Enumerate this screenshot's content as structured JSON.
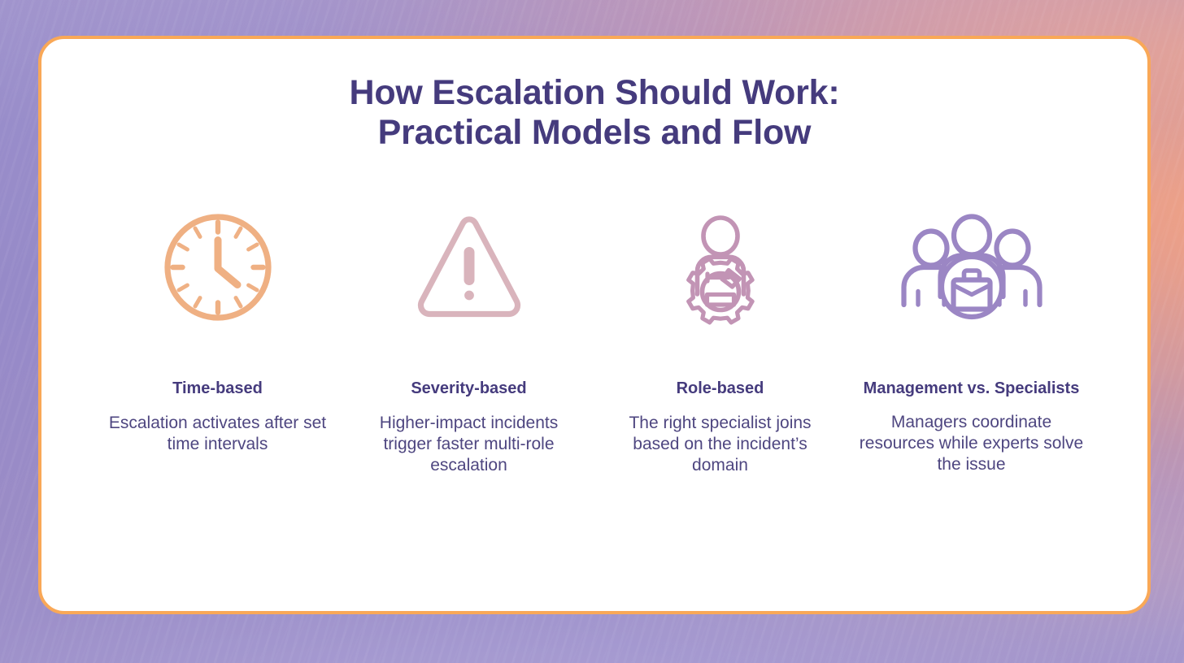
{
  "slide": {
    "title_line1": "How Escalation Should Work:",
    "title_line2": "Practical Models and Flow",
    "colors": {
      "title_text": "#453b7d",
      "body_text": "#4e4680",
      "card_border": "#f9a857",
      "card_background": "#ffffff",
      "background_purple": "#9a8fcb",
      "background_warm": "#f9a37c"
    }
  },
  "columns": [
    {
      "icon": "clock-icon",
      "icon_color": "#efb083",
      "heading": "Time-based",
      "description": "Escalation activates after set time intervals"
    },
    {
      "icon": "warning-triangle-icon",
      "icon_color": "#d9b4bc",
      "heading": "Severity-based",
      "description": "Higher-impact incidents trigger faster multi-role escalation"
    },
    {
      "icon": "person-gear-wrench-icon",
      "icon_color": "#c294b5",
      "heading": "Role-based",
      "description": "The right specialist joins based on the incident’s domain"
    },
    {
      "icon": "team-briefcase-icon",
      "icon_color": "#9b86c4",
      "heading": "Management vs. Specialists",
      "description": "Managers coordinate resources while experts solve the issue"
    }
  ]
}
